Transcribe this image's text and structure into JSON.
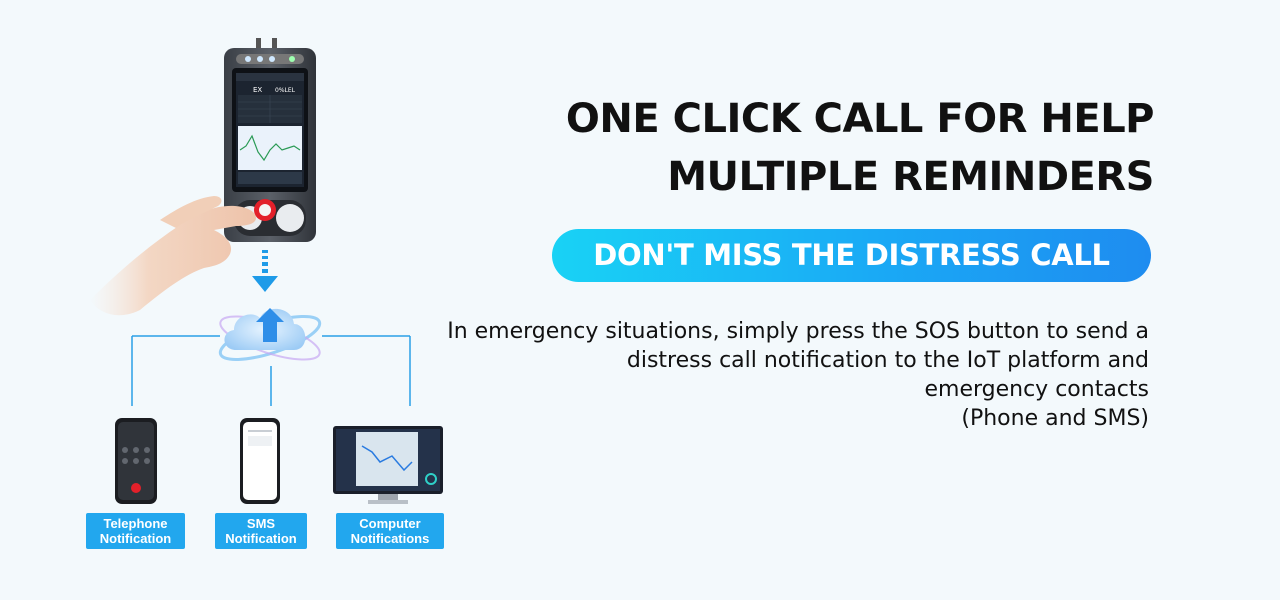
{
  "headline": {
    "line1": "ONE CLICK CALL FOR HELP",
    "line2": "MULTIPLE REMINDERS"
  },
  "pill": {
    "text": "DON'T MISS THE DISTRESS CALL"
  },
  "description": {
    "line1": "In emergency situations, simply press the SOS button to send a",
    "line2": "distress call notification to the IoT platform and",
    "line3": "emergency contacts",
    "line4": "(Phone and SMS)"
  },
  "notifications": [
    {
      "line1": "Telephone",
      "line2": "Notification"
    },
    {
      "line1": "SMS",
      "line2": "Notification"
    },
    {
      "line1": "Computer",
      "line2": "Notifications"
    }
  ],
  "device_screen": {
    "gas": "EX",
    "value": "0%LEL"
  },
  "colors": {
    "accent": "#22a7ee",
    "pill_start": "#19d2f5",
    "pill_end": "#1e8cf0",
    "sos_ring": "#e3202a"
  },
  "icons": [
    "hand-icon",
    "cloud-upload-icon",
    "arrow-down-icon",
    "phone-icon",
    "monitor-icon"
  ]
}
